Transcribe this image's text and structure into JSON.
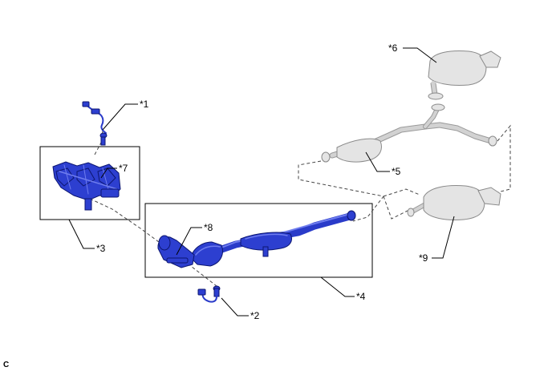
{
  "callouts": {
    "c1": "*1",
    "c2": "*2",
    "c3": "*3",
    "c4": "*4",
    "c5": "*5",
    "c6": "*6",
    "c7": "*7",
    "c8": "*8",
    "c9": "*9"
  },
  "corner_code": "C",
  "colors": {
    "highlight_parts": "#2d3fd0",
    "context_parts": "#e4e4e4",
    "lines": "#000000"
  }
}
